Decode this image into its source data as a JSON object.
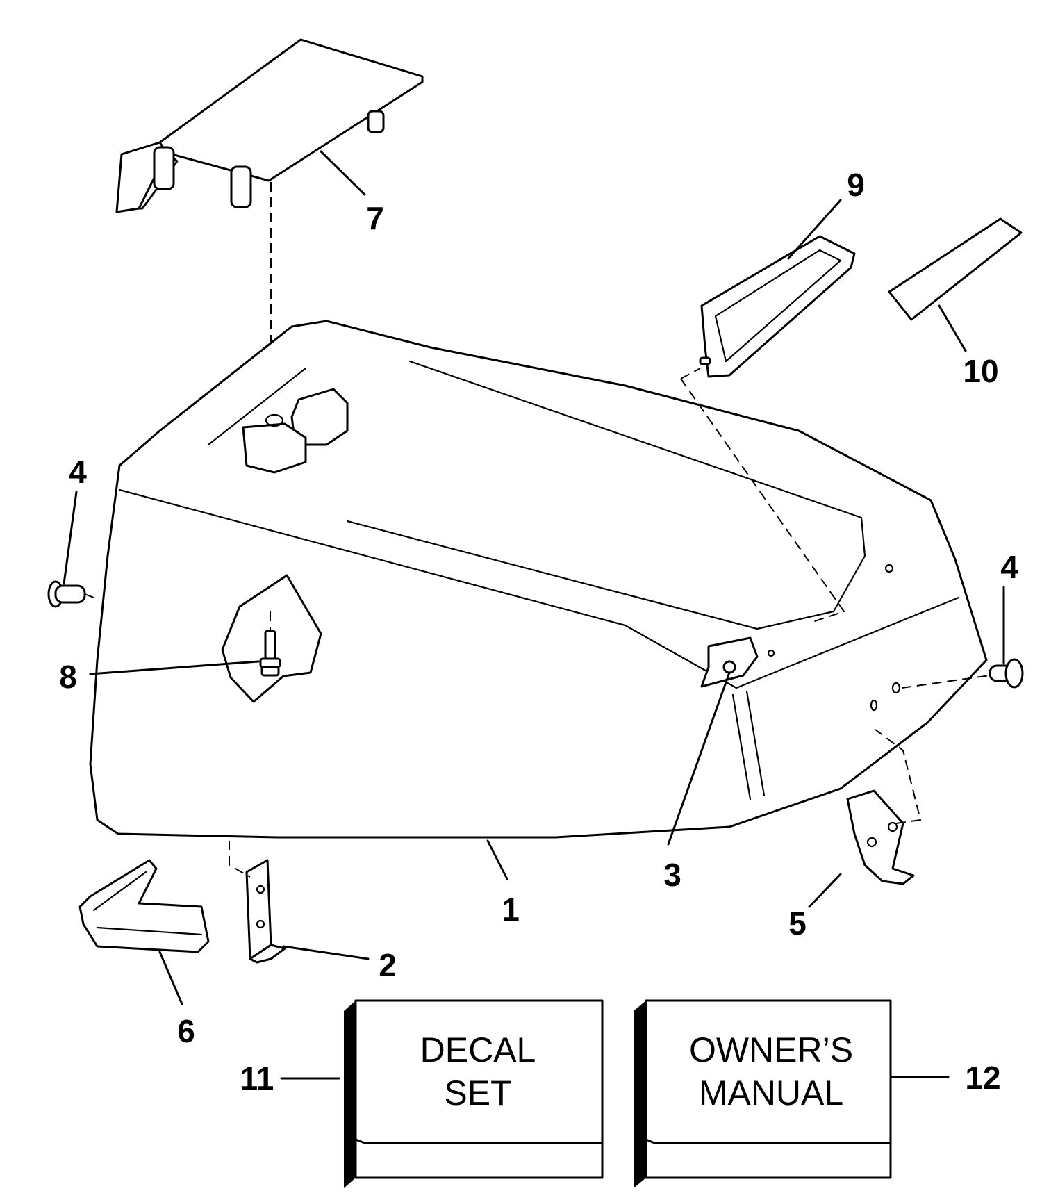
{
  "callouts": {
    "c1": "1",
    "c2": "2",
    "c3": "3",
    "c4a": "4",
    "c4b": "4",
    "c5": "5",
    "c6": "6",
    "c7": "7",
    "c8": "8",
    "c9": "9",
    "c10": "10",
    "c11": "11",
    "c12": "12"
  },
  "boxes": {
    "decal_line1": "DECAL",
    "decal_line2": "SET",
    "manual_line1": "OWNER’S",
    "manual_line2": "MANUAL"
  }
}
